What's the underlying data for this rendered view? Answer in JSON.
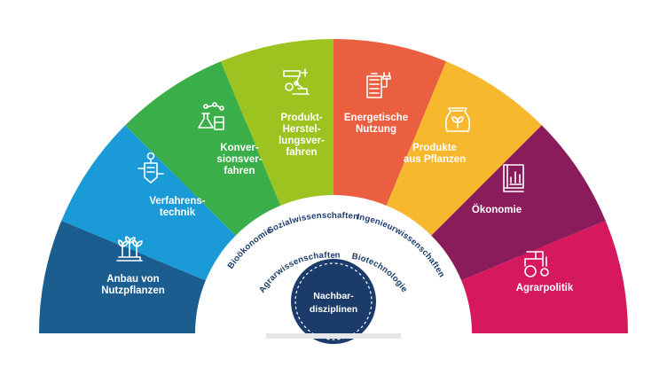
{
  "segments": [
    {
      "id": "anbau",
      "lines": [
        "Anbau von",
        "Nutzpflanzen"
      ],
      "color": "#1b5d8f",
      "icon": "plants-icon"
    },
    {
      "id": "verfahrenstechnik",
      "lines": [
        "Verfahrens-",
        "technik"
      ],
      "color": "#1a9ad6",
      "icon": "process-column-icon"
    },
    {
      "id": "konversion",
      "lines": [
        "Konver-",
        "sionsver-",
        "fahren"
      ],
      "color": "#3aae49",
      "icon": "lab-flask-icon"
    },
    {
      "id": "herstellung",
      "lines": [
        "Produkt-",
        "Herstel-",
        "lungsver-",
        "fahren"
      ],
      "color": "#9cc31f",
      "icon": "robot-arm-icon"
    },
    {
      "id": "energie",
      "lines": [
        "Energetische",
        "Nutzung"
      ],
      "color": "#ea5f40",
      "icon": "battery-plug-icon"
    },
    {
      "id": "produkte",
      "lines": [
        "Produkte",
        "aus Pflanzen"
      ],
      "color": "#f7b82e",
      "icon": "sack-leaf-icon"
    },
    {
      "id": "oekonomie",
      "lines": [
        "Ökonomie"
      ],
      "color": "#8b1c5b",
      "icon": "book-chart-icon"
    },
    {
      "id": "agrarpolitik",
      "lines": [
        "Agrarpolitik"
      ],
      "color": "#d6195f",
      "icon": "tractor-icon"
    }
  ],
  "disciplines": [
    {
      "id": "biooekonomie",
      "text": "Bioökonomie"
    },
    {
      "id": "sozialwissenschaften",
      "text": "Sozialwissenschaften"
    },
    {
      "id": "ingenieurwissenschaften",
      "text": "Ingenieurwissenschaften"
    },
    {
      "id": "agrarwissenschaften",
      "text": "Agrarwissenschaften"
    },
    {
      "id": "biotechnologie",
      "text": "Biotechnologie"
    }
  ],
  "core": {
    "lines": [
      "Nachbar-",
      "disziplinen"
    ],
    "color": "#1b3c6b"
  },
  "colors": {
    "ring": "#ffffff",
    "text_dark": "#1b3c6b"
  }
}
